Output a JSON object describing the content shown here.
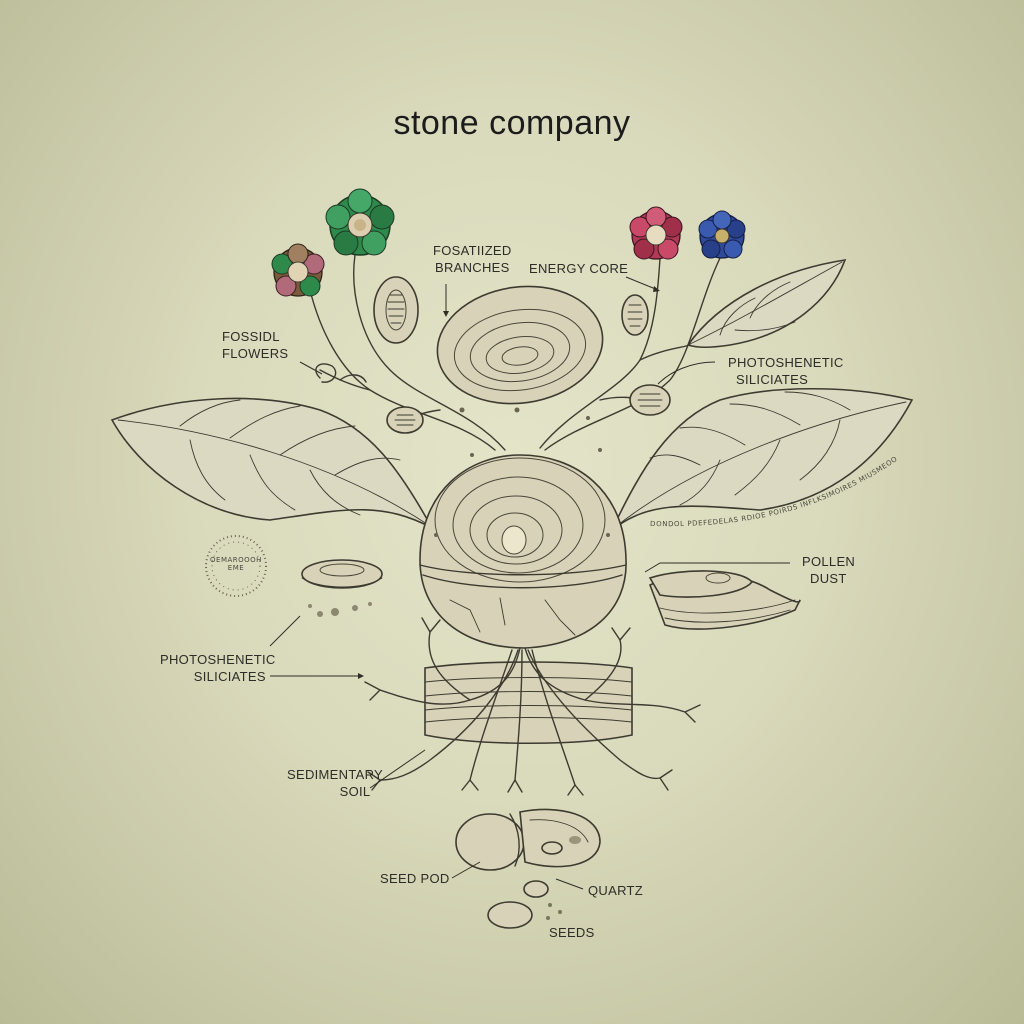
{
  "title": "stone company",
  "labels": {
    "fossilized_branches": [
      "FOSATIIZED",
      "BRANCHES"
    ],
    "energy_core": "ENERGY CORE",
    "fossil_flowers": [
      "FOSSIDL",
      "FLOWERS"
    ],
    "photosynthetic_top": [
      "PHOTOSHENETIC",
      "SILICIATES"
    ],
    "pollen_dust": [
      "POLLEN",
      "DUST"
    ],
    "photosynthetic_left": [
      "PHOTOSHENETIC",
      "SILICIATES"
    ],
    "sedimentary_soil": [
      "SEDIMENTARY",
      "SOIL"
    ],
    "seed_pod": "SEED POD",
    "quartz": "QUARTZ",
    "seeds": "SEEDS",
    "stamp_text": [
      "OEMAROOOH",
      "EME"
    ],
    "curved_caption": "DONDOL PDEFEDELAS RDIOE POIRDS INFLKSIMOIRES MIUSMEOO"
  },
  "colors": {
    "flower_green": "#2e8a4a",
    "flower_red": "#b03a55",
    "flower_blue": "#2f4a9a",
    "flower_brown": "#7a5a3a"
  }
}
